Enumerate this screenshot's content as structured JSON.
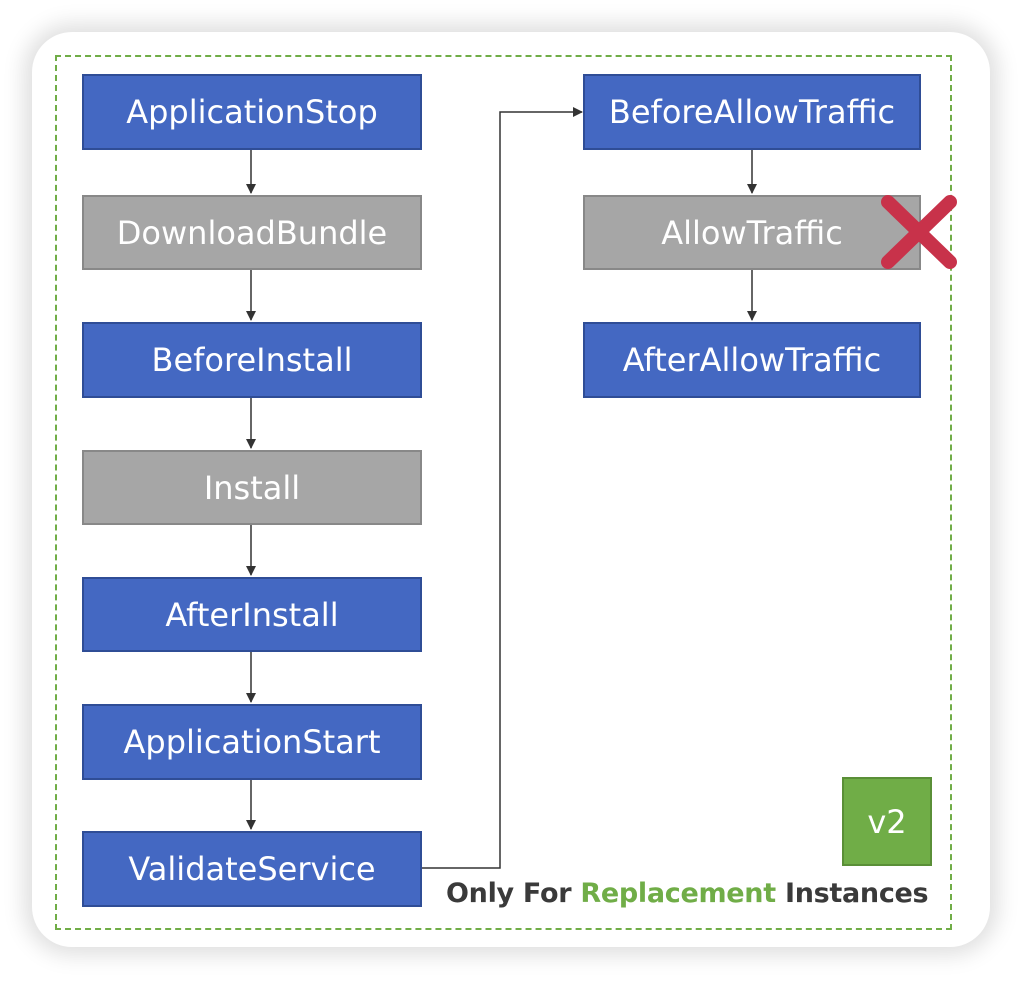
{
  "hooks": {
    "application_stop": "ApplicationStop",
    "download_bundle": "DownloadBundle",
    "before_install": "BeforeInstall",
    "install": "Install",
    "after_install": "AfterInstall",
    "application_start": "ApplicationStart",
    "validate_service": "ValidateService",
    "before_allow_traffic": "BeforeAllowTraffic",
    "allow_traffic": "AllowTraffic",
    "after_allow_traffic": "AfterAllowTraffic"
  },
  "version_badge": "v2",
  "caption": {
    "prefix": "Only For ",
    "highlight": "Replacement",
    "suffix": " Instances"
  },
  "colors": {
    "hook_blue": "#4468c2",
    "hook_gray": "#a6a6a6",
    "accent_green": "#70ad47",
    "cross_red": "#c8324a"
  },
  "icons": {
    "skipped_marker": "cross-icon"
  }
}
